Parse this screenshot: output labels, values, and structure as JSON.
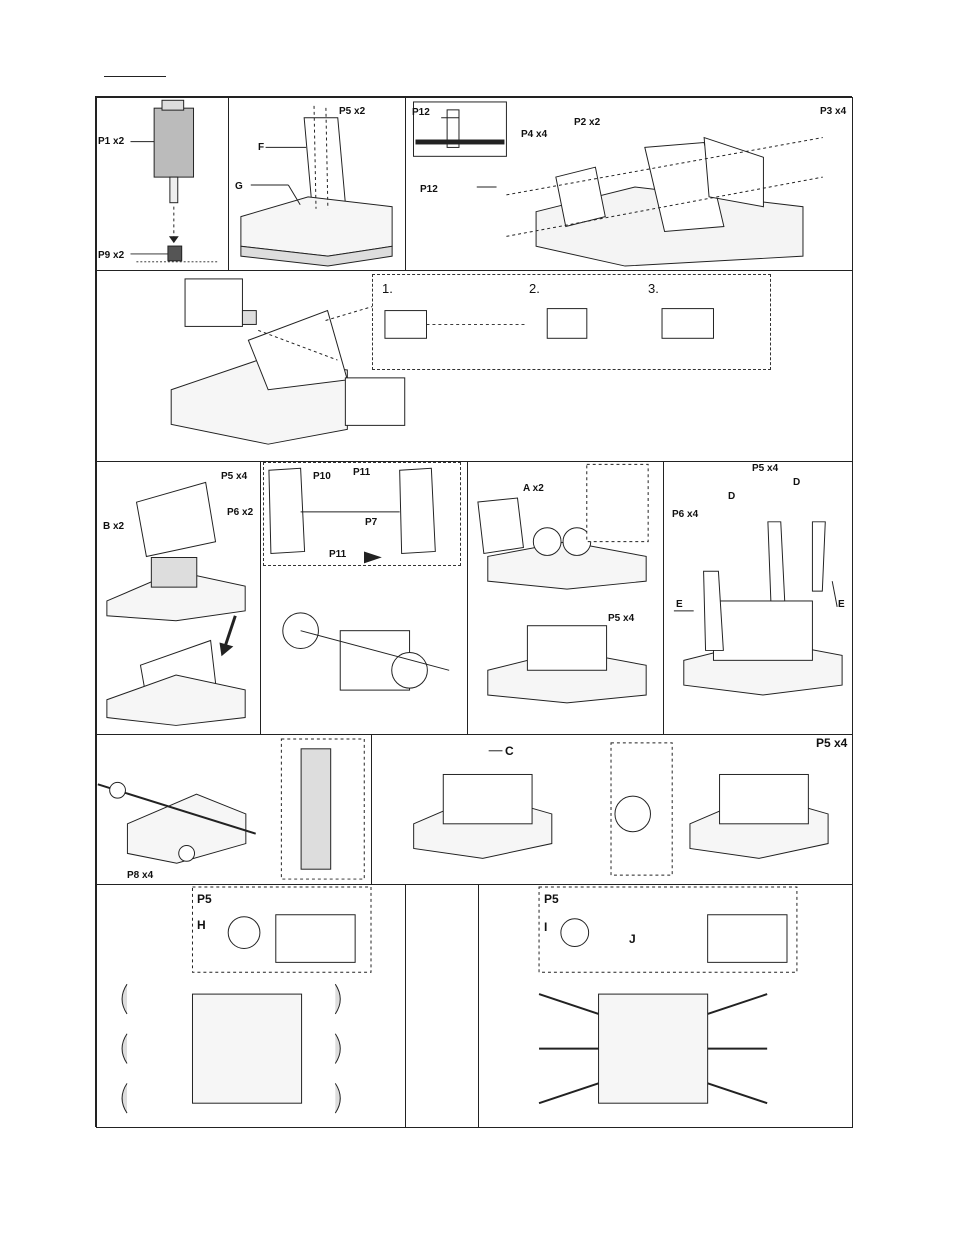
{
  "row1": {
    "motor": {
      "p1": "P1 x2",
      "p9": "P9 x2"
    },
    "frame": {
      "p5": "P5 x2",
      "f": "F",
      "g": "G"
    },
    "brackets": {
      "p12_inset": "P12",
      "p12": "P12",
      "p4": "P4 x4",
      "p2": "P2 x2",
      "p3": "P3 x4"
    }
  },
  "row2": {
    "steps": [
      "1.",
      "2.",
      "3."
    ]
  },
  "row3": {
    "a": {
      "p5": "P5 x4",
      "b": "B x2",
      "p6": "P6 x2"
    },
    "b": {
      "p10": "P10",
      "p11_top": "P11",
      "p7": "P7",
      "p11_bottom": "P11"
    },
    "c": {
      "a": "A x2",
      "p5": "P5 x4"
    },
    "d": {
      "p5": "P5 x4",
      "d_left": "D",
      "d_right": "D",
      "p6": "P6 x4",
      "e_left": "E",
      "e_right": "E"
    }
  },
  "row4": {
    "a": {
      "p8": "P8 x4"
    },
    "b": {
      "c": "C",
      "p5": "P5 x4"
    }
  },
  "row5": {
    "a": {
      "p5": "P5",
      "h": "H"
    },
    "b": {
      "p5": "P5",
      "i": "I",
      "j": "J"
    }
  }
}
